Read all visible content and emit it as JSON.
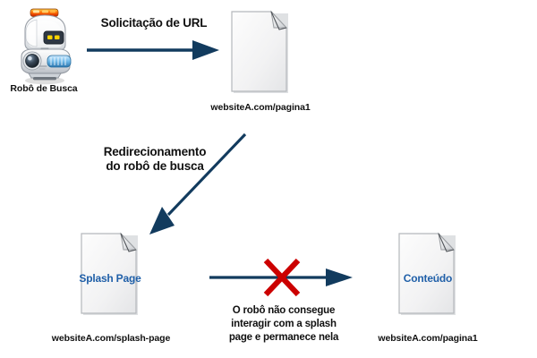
{
  "diagram": {
    "title": "Fluxo de redirecionamento do robô de busca para splash page",
    "background_color": "#ffffff",
    "arrow_color": "#123b5e",
    "x_mark_color": "#cc0000",
    "doc_label_color": "#1f5fa8",
    "text_color": "#111111"
  },
  "nodes": {
    "robot": {
      "icon": "search-robot-icon",
      "caption": "Robô de Busca"
    },
    "page_requested": {
      "icon": "document-icon",
      "inner_label": "",
      "caption": "websiteA.com/pagina1"
    },
    "splash_page": {
      "icon": "document-icon",
      "inner_label": "Splash Page",
      "caption": "websiteA.com/splash-page"
    },
    "content_page": {
      "icon": "document-icon",
      "inner_label": "Conteúdo",
      "caption": "websiteA.com/pagina1"
    }
  },
  "edges": {
    "request": {
      "icon": "arrow-right-icon",
      "label": "Solicitação de URL"
    },
    "redirect": {
      "icon": "arrow-diagonal-down-left-icon",
      "label": "Redirecionamento\ndo robô de busca"
    },
    "blocked": {
      "icon": "arrow-right-icon",
      "blocker_icon": "x-mark-icon",
      "label": "O robô não consegue\ninteragir com a splash\npage e permanece nela"
    }
  }
}
